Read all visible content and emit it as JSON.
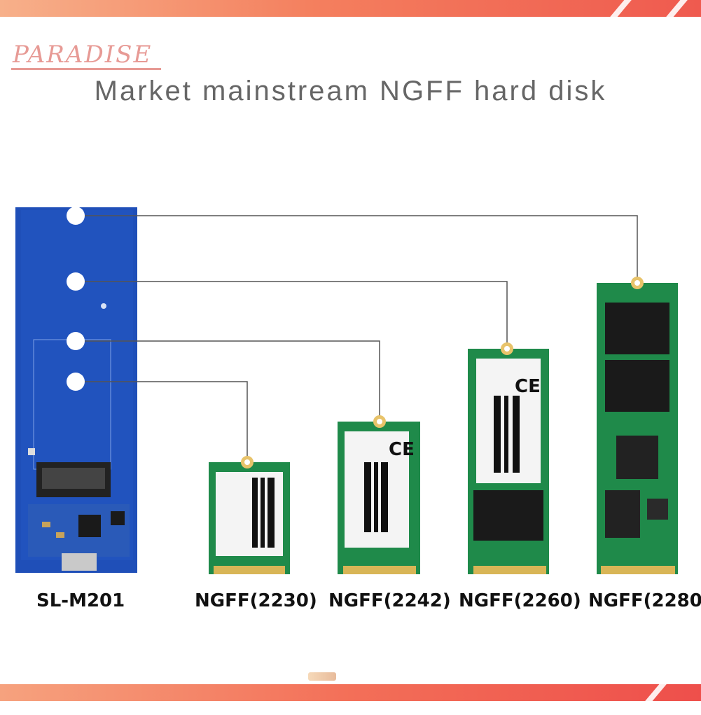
{
  "header": {
    "brand": "PARADISE",
    "title": "Market mainstream NGFF hard disk"
  },
  "products": [
    {
      "label": "SL-M201"
    },
    {
      "label": "NGFF(2230)"
    },
    {
      "label": "NGFF(2242)"
    },
    {
      "label": "NGFF(2260)"
    },
    {
      "label": "NGFF(2280)"
    }
  ],
  "colors": {
    "board_blue": "#1f4fb8",
    "pcb_green": "#1f8a4a",
    "line": "#555555",
    "brand": "#e79a95",
    "accent_band": "#f36f58"
  }
}
